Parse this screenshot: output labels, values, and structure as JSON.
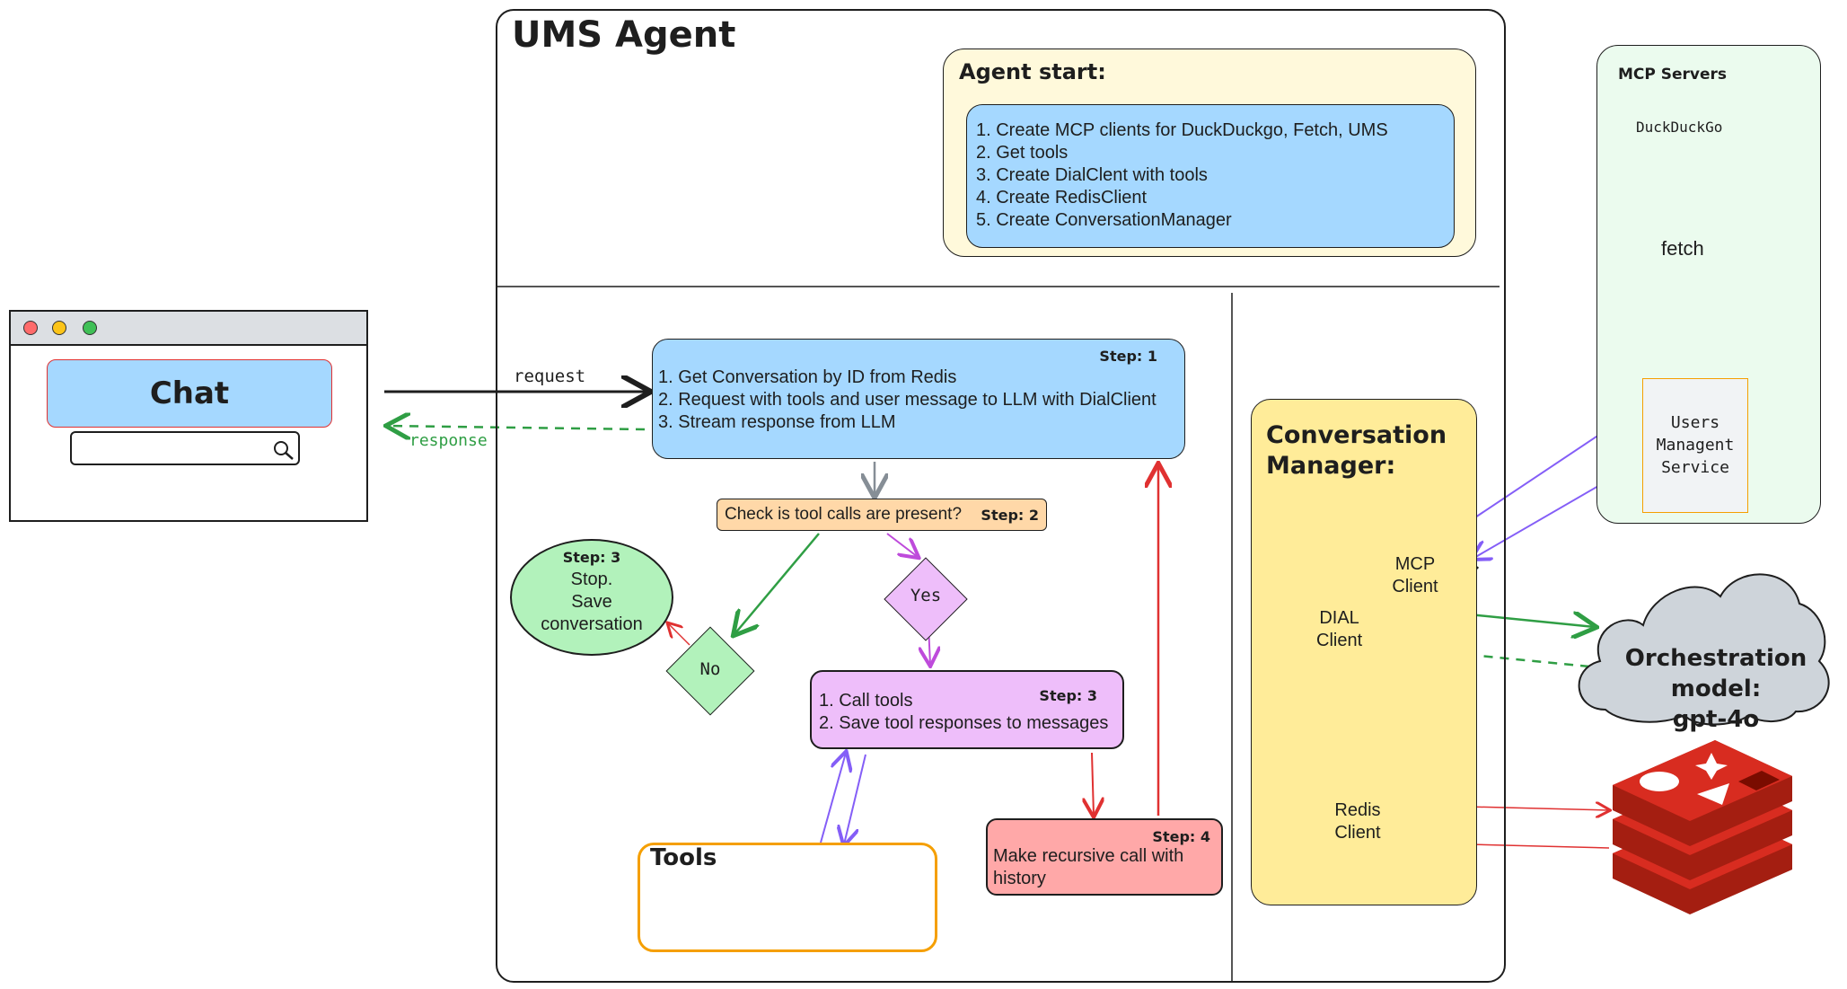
{
  "chat_window": {
    "title": "Chat"
  },
  "edges": {
    "request": "request",
    "response": "response"
  },
  "agent": {
    "title": "UMS Agent",
    "start_title": "Agent start:",
    "start_items": [
      "1. Create MCP clients for DuckDuckgo, Fetch, UMS",
      "2. Get tools",
      "3. Create DialClent with tools",
      "4. Create RedisClient",
      "5. Create ConversationManager"
    ]
  },
  "step1": {
    "tag": "Step: 1",
    "lines": [
      "1. Get Conversation by ID from Redis",
      "2. Request with tools and user message to LLM with DialClient",
      "3. Stream response from LLM"
    ]
  },
  "step2": {
    "text": "Check is tool calls are present?",
    "tag": "Step: 2"
  },
  "decision_yes": "Yes",
  "decision_no": "No",
  "step3_stop": {
    "tag": "Step: 3",
    "lines": [
      "Stop.",
      "Save",
      "conversation"
    ]
  },
  "step3_tools": {
    "tag": "Step: 3",
    "lines": [
      "1. Call tools",
      "2. Save tool responses to messages"
    ]
  },
  "step4": {
    "tag": "Step: 4",
    "lines": [
      "Make recursive call with",
      "history"
    ]
  },
  "tools": {
    "title": "Tools"
  },
  "conversation_manager": {
    "title_lines": [
      "Conversation",
      "Manager:"
    ],
    "dial_client": [
      "DIAL",
      "Client"
    ],
    "mcp_client": [
      "MCP",
      "Client"
    ],
    "redis_client": [
      "Redis",
      "Client"
    ]
  },
  "mcp_servers": {
    "title": "MCP Servers",
    "duckduckgo": "DuckDuckGo",
    "fetch": "fetch",
    "users_service": [
      "Users",
      "Managent",
      "Service"
    ]
  },
  "orchestration": {
    "lines": [
      "Orchestration model:",
      "gpt-4o"
    ]
  },
  "colors": {
    "blue_fill": "#a5d8ff",
    "yellow_fill": "#fff9db",
    "orange_fill": "#ffd8a8",
    "green_fill": "#b2f2bb",
    "violet_fill": "#eebefa",
    "red_fill": "#ffa8a8",
    "manager_fill": "#ffec99",
    "servers_fill": "#ebfbee",
    "redis_red": "#d82c20",
    "arrow_green": "#2f9e44",
    "arrow_violet": "#845ef7",
    "arrow_red": "#e03131",
    "arrow_gray": "#868e96"
  }
}
